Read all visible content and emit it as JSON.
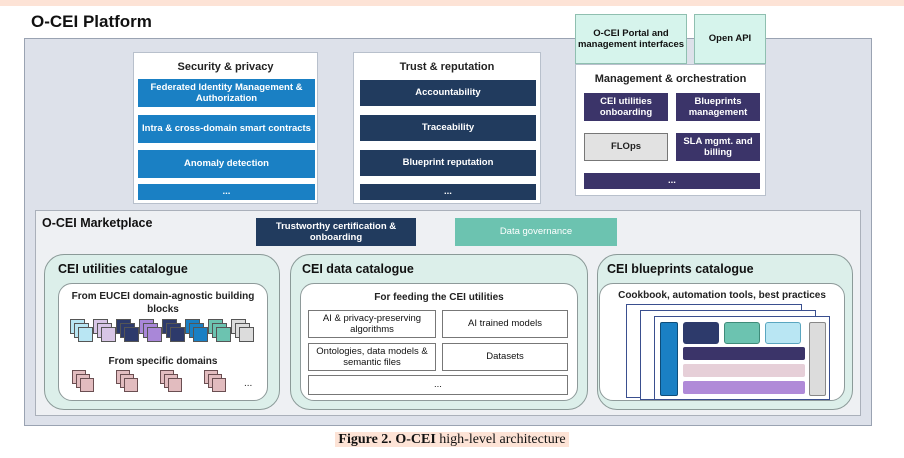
{
  "platform_title": "O-CEI Platform",
  "security": {
    "title": "Security & privacy",
    "items": [
      "Federated Identity Management & Authorization",
      "Intra & cross-domain smart contracts",
      "Anomaly detection",
      "..."
    ]
  },
  "trust": {
    "title": "Trust & reputation",
    "items": [
      "Accountability",
      "Traceability",
      "Blueprint reputation",
      "..."
    ]
  },
  "portal": {
    "label": "O-CEI Portal and management interfaces"
  },
  "openapi": {
    "label": "Open API"
  },
  "management": {
    "title": "Management & orchestration",
    "utilities_onboarding": "CEI utilities onboarding",
    "blueprints_management": "Blueprints management",
    "flops": "FLOps",
    "sla": "SLA mgmt. and billing",
    "more": "..."
  },
  "marketplace": {
    "title": "O-CEI Marketplace",
    "certification": "Trustworthy certification & onboarding",
    "data_governance": "Data governance"
  },
  "utilities_catalogue": {
    "title": "CEI utilities catalogue",
    "from_eucei": "From EUCEI domain-agnostic building blocks",
    "from_domains": "From specific domains",
    "more": "..."
  },
  "data_catalogue": {
    "title": "CEI data catalogue",
    "subtitle": "For feeding the CEI utilities",
    "cells": [
      "AI & privacy-preserving algorithms",
      "AI trained models",
      "Ontologies, data models & semantic files",
      "Datasets",
      "..."
    ]
  },
  "blueprints_catalogue": {
    "title": "CEI blueprints catalogue",
    "subtitle": "Cookbook, automation tools, best practices"
  },
  "caption": {
    "fig": "Figure 2.",
    "name": "O-CEI",
    "rest": "high-level architecture"
  },
  "colors": {
    "blue": "#1a80c4",
    "navy": "#213b5e",
    "purple": "#3b3469",
    "teal": "#6cc3b0",
    "mint": "#d6f4ec",
    "tile_colors": [
      "#b9e6f3",
      "#d8c6e6",
      "#2d3a6b",
      "#a987d8",
      "#1a80c4",
      "#6cc3b0",
      "#dcdcdc"
    ]
  }
}
